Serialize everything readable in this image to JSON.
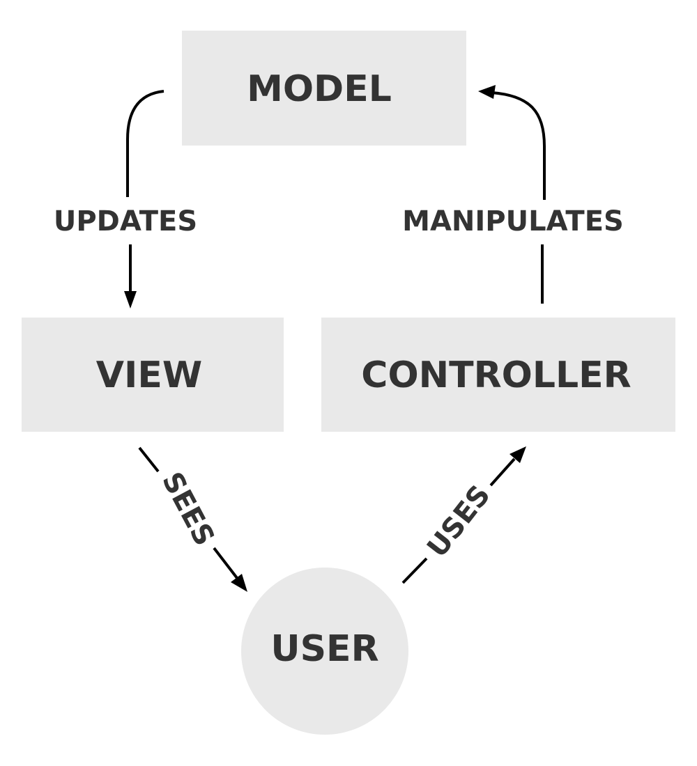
{
  "nodes": {
    "model": "MODEL",
    "view": "VIEW",
    "controller": "CONTROLLER",
    "user": "USER"
  },
  "edges": {
    "updates": "UPDATES",
    "manipulates": "MANIPULATES",
    "sees": "SEES",
    "uses": "USES"
  },
  "colors": {
    "node_fill": "#e9e9e9",
    "text": "#333333",
    "line": "#000000"
  }
}
